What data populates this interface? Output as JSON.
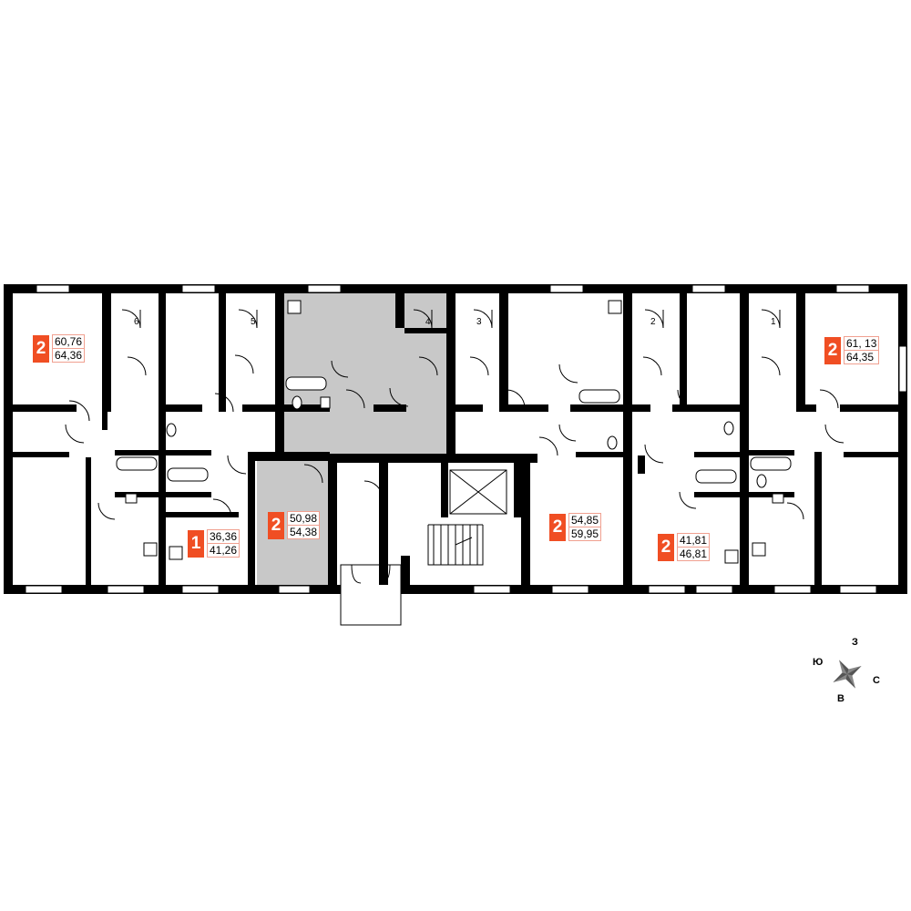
{
  "highlight_color": "#c8c8c8",
  "accent_color": "#f04e23",
  "apartments": [
    {
      "id": "apt-6",
      "rooms": "2",
      "total_area": "60,76",
      "area_with_balcony": "64,36"
    },
    {
      "id": "apt-5",
      "rooms": "1",
      "total_area": "36,36",
      "area_with_balcony": "41,26"
    },
    {
      "id": "apt-4",
      "rooms": "2",
      "total_area": "50,98",
      "area_with_balcony": "54,38"
    },
    {
      "id": "apt-3",
      "rooms": "2",
      "total_area": "54,85",
      "area_with_balcony": "59,95"
    },
    {
      "id": "apt-2",
      "rooms": "2",
      "total_area": "41,81",
      "area_with_balcony": "46,81"
    },
    {
      "id": "apt-1",
      "rooms": "2",
      "total_area": "61, 13",
      "area_with_balcony": "64,35"
    }
  ],
  "unit_numbers": [
    "6",
    "5",
    "4",
    "3",
    "2",
    "1"
  ],
  "compass": {
    "north": "З",
    "west": "Ю",
    "east": "С",
    "south": "В",
    "icon": "compass-rose-icon"
  }
}
